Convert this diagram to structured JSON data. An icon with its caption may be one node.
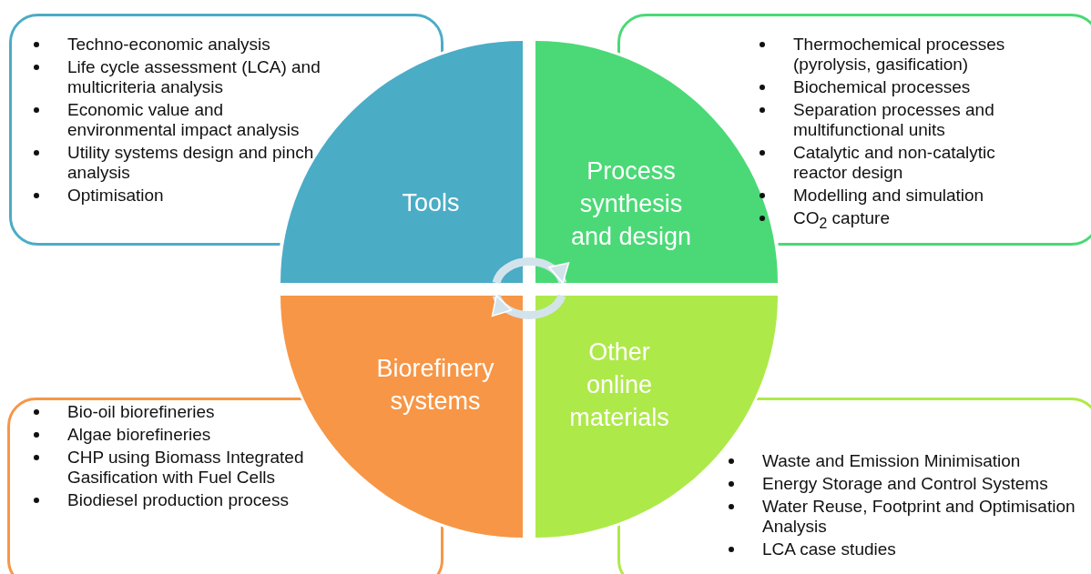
{
  "diagram": {
    "nodes": [
      {
        "text": [
          "Techno-economic analysis",
          "Life cycle assessment (LCA) and multicriteria analysis",
          "Economic value and environmental impact analysis",
          "Utility systems design and pinch analysis",
          "Optimisation"
        ]
      },
      {
        "text": [
          "Thermochemical processes (pyrolysis, gasification)",
          "Biochemical processes",
          "Separation processes and multifunctional units",
          "Catalytic and non-catalytic reactor design",
          "Modelling and simulation",
          "CO$_{2}$ capture"
        ]
      },
      {
        "text": [
          "Tools"
        ]
      },
      {
        "text": [
          "Process synthesis and design"
        ]
      },
      {
        "text": [
          "Biorefinery systems"
        ]
      },
      {
        "text": [
          "Other online materials"
        ]
      },
      {
        "text": [
          "Bio-oil biorefineries",
          "Algae biorefineries",
          "CHP using Biomass Integrated Gasification with Fuel Cells",
          "Biodiesel production process"
        ]
      },
      {
        "text": [
          "Waste and Emission Minimisation",
          "Energy Storage and Control Systems",
          "Water Reuse, Footprint and Optimisation Analysis",
          "LCA case studies"
        ]
      }
    ],
    "edges": [
      {
        "from": 2,
        "to": 3,
        "arrow": "to"
      },
      {
        "from": 5,
        "to": 4,
        "arrow": "to"
      }
    ]
  }
}
